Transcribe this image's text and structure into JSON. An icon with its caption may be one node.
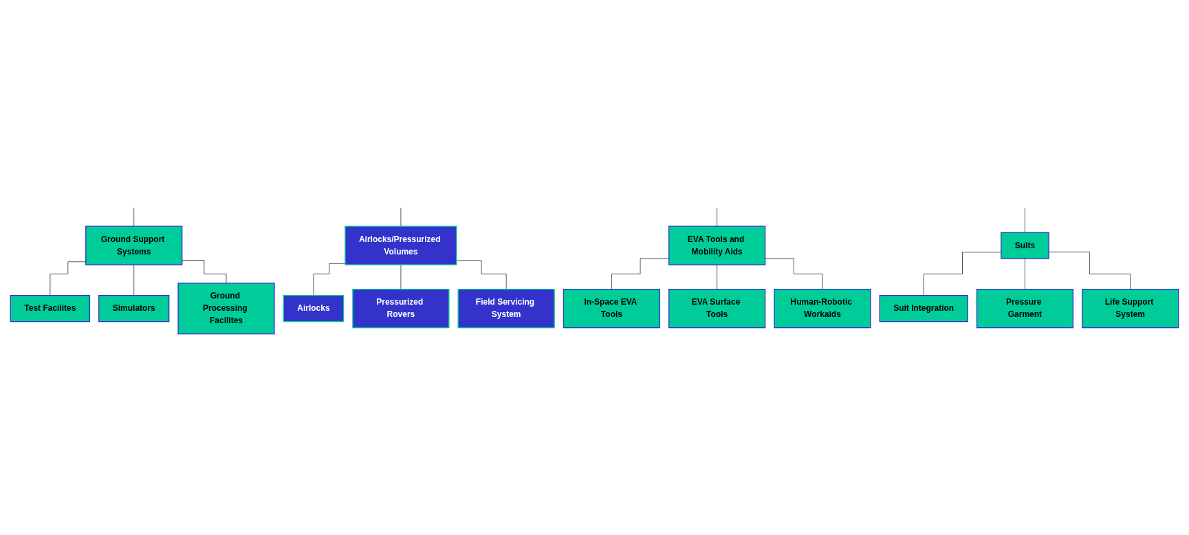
{
  "diagram": {
    "nodes": [
      {
        "text": [
          "Suits"
        ]
      },
      {
        "text": [
          "Suit Integration"
        ]
      },
      {
        "text": [
          "Pressure Garment"
        ]
      },
      {
        "text": [
          "Life Support System"
        ]
      },
      {
        "text": [
          "EVA Tools and Mobility Aids"
        ]
      },
      {
        "text": [
          "In-Space EVA Tools"
        ]
      },
      {
        "text": [
          "EVA Surface Tools"
        ]
      },
      {
        "text": [
          "Human-Robotic Workaids"
        ]
      },
      {
        "text": [
          "Airlocks/Pressurized Volumes"
        ]
      },
      {
        "text": [
          "Airlocks"
        ]
      },
      {
        "text": [
          "Pressurized Rovers"
        ]
      },
      {
        "text": [
          "Field Servicing System"
        ]
      },
      {
        "text": [
          "Ground Support Systems"
        ]
      },
      {
        "text": [
          "Test Facilites"
        ]
      },
      {
        "text": [
          "Simulators"
        ]
      },
      {
        "text": [
          "Ground Processing Facilites"
        ]
      }
    ],
    "edges": [
      {
        "from": null,
        "to": 0,
        "arrow": "none"
      },
      {
        "from": null,
        "to": 4,
        "arrow": "none"
      },
      {
        "from": null,
        "to": 8,
        "arrow": "none"
      },
      {
        "from": null,
        "to": 12,
        "arrow": "none"
      },
      {
        "from": 0,
        "to": 1,
        "arrow": "none"
      },
      {
        "from": 0,
        "to": 2,
        "arrow": "none"
      },
      {
        "from": 0,
        "to": 3,
        "arrow": "none"
      },
      {
        "from": 4,
        "to": 5,
        "arrow": "none"
      },
      {
        "from": 4,
        "to": 6,
        "arrow": "none"
      },
      {
        "from": 4,
        "to": 7,
        "arrow": "none"
      },
      {
        "from": 8,
        "to": 9,
        "arrow": "none"
      },
      {
        "from": 8,
        "to": 10,
        "arrow": "none"
      },
      {
        "from": 8,
        "to": 11,
        "arrow": "none"
      },
      {
        "from": 12,
        "to": 13,
        "arrow": "none"
      },
      {
        "from": 12,
        "to": 14,
        "arrow": "none"
      },
      {
        "from": 12,
        "to": 15,
        "arrow": "none"
      }
    ]
  }
}
